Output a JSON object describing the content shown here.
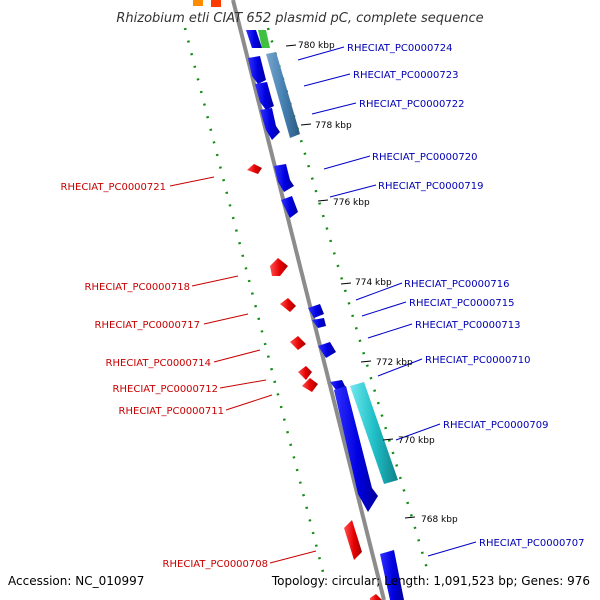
{
  "title": "Rhizobium etli CIAT 652 plasmid pC, complete sequence",
  "accession": "Accession: NC_010997",
  "topology": "Topology: circular; Length: 1,091,523 bp; Genes: 976",
  "ticks": [
    "780 kbp",
    "778 kbp",
    "776 kbp",
    "774 kbp",
    "772 kbp",
    "770 kbp",
    "768 kbp"
  ],
  "forward_genes": [
    "RHECIAT_PC0000724",
    "RHECIAT_PC0000723",
    "RHECIAT_PC0000722",
    "RHECIAT_PC0000720",
    "RHECIAT_PC0000719",
    "RHECIAT_PC0000716",
    "RHECIAT_PC0000715",
    "RHECIAT_PC0000713",
    "RHECIAT_PC0000710",
    "RHECIAT_PC0000709",
    "RHECIAT_PC0000707"
  ],
  "reverse_genes": [
    "RHECIAT_PC0000721",
    "RHECIAT_PC0000718",
    "RHECIAT_PC0000717",
    "RHECIAT_PC0000714",
    "RHECIAT_PC0000712",
    "RHECIAT_PC0000711",
    "RHECIAT_PC0000708"
  ],
  "colors": {
    "forward": "#0000e6",
    "reverse": "#e60000",
    "cds_band_a": "#4682b4",
    "cds_band_b": "#20c0c8",
    "backbone": "#8c8c8c",
    "dotted_track": "#148c14"
  }
}
